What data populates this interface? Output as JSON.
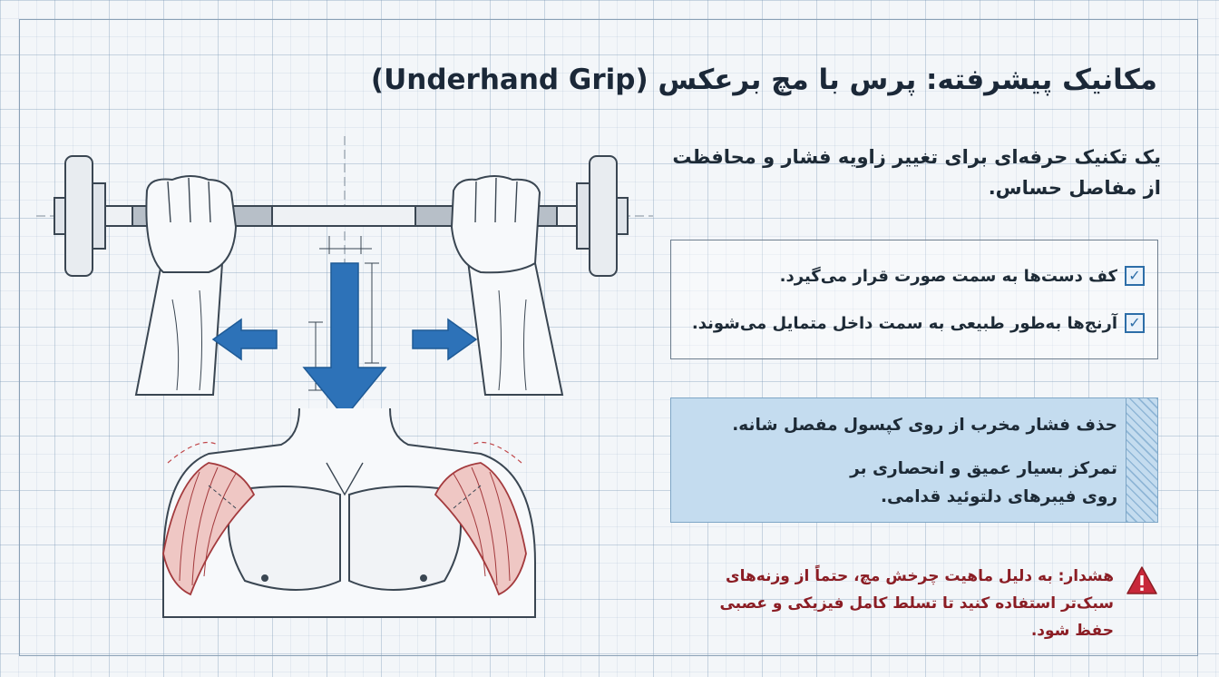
{
  "title": "مکانیک پیشرفته: پرس با مچ برعکس (Underhand Grip)",
  "subtitle": "یک تکنیک حرفه‌ای برای تغییر زاویه فشار و محافظت از مفاصل حساس.",
  "checklist": [
    "کف دست‌ها به سمت صورت قرار می‌گیرد.",
    "آرنج‌ها به‌طور طبیعی به سمت داخل متمایل می‌شوند."
  ],
  "benefits": [
    "حذف فشار مخرب از روی کپسول مفصل شانه.",
    "تمرکز بسیار عمیق و انحصاری بر روی فیبرهای دلتوئید قدامی."
  ],
  "warning": "هشدار: به دلیل ماهیت چرخش مچ، حتماً از وزنه‌های سبک‌تر استفاده کنید تا تسلط کامل فیزیکی و عصبی حفظ شود.",
  "colors": {
    "accent_blue": "#2d72b8",
    "muscle_red": "#c0474a",
    "warning_red": "#8b1d24",
    "panel_blue": "#c4dcef"
  },
  "icons": {
    "check": "checkbox-checked-icon",
    "warning": "warning-triangle-icon"
  }
}
